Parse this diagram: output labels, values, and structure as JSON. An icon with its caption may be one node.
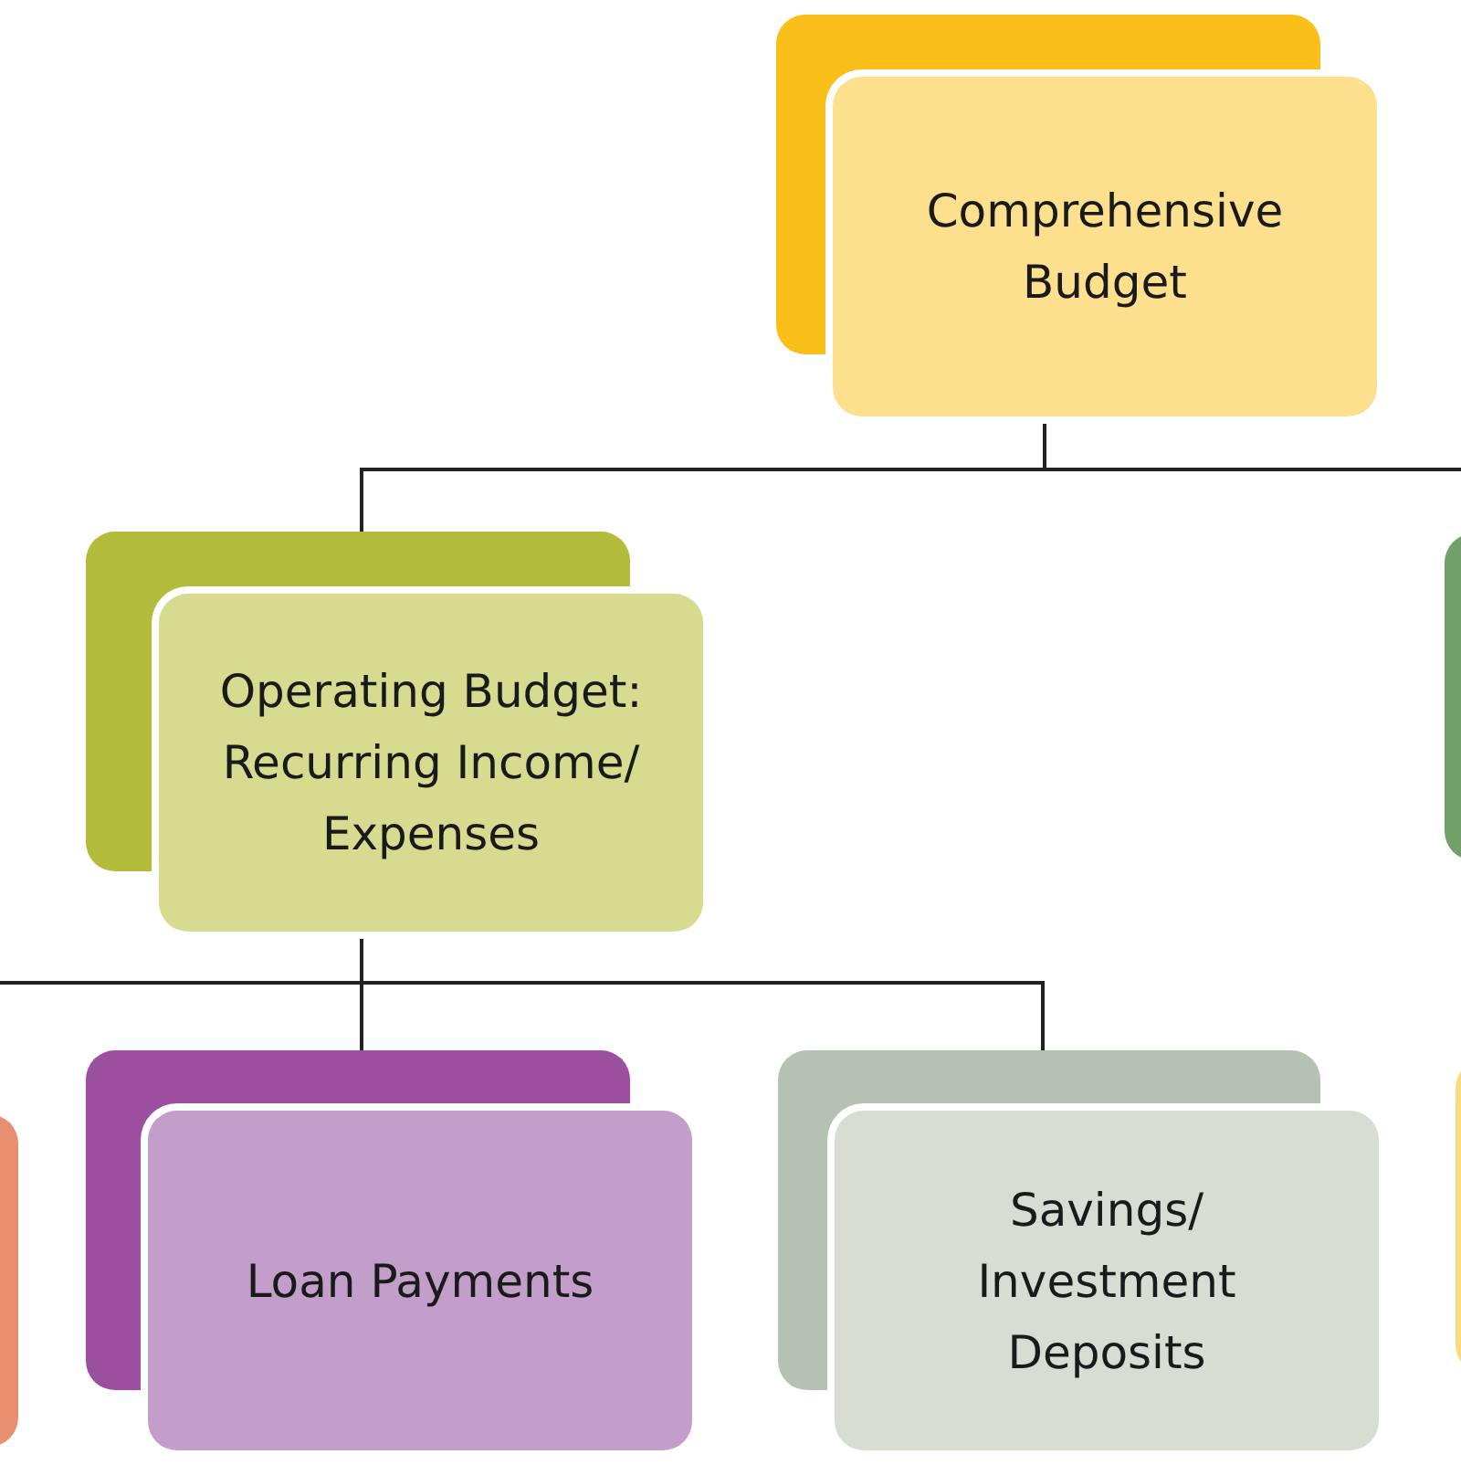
{
  "diagram": {
    "nodes": [
      {
        "text": [
          "Comprehensive Budget"
        ]
      },
      {
        "text": [
          "Operating Budget: Recurring Income/ Expenses"
        ]
      },
      {
        "text": [],
        "shape": "box"
      },
      {
        "text": [],
        "shape": "box"
      },
      {
        "text": [
          "Loan Payments"
        ]
      },
      {
        "text": [
          "Savings/ Investment Deposits"
        ]
      },
      {
        "text": [],
        "shape": "box"
      }
    ],
    "edges": [
      {
        "from": 0,
        "to": 1,
        "arrow": "none"
      },
      {
        "from": 0,
        "to": 2,
        "arrow": "none"
      },
      {
        "from": 1,
        "to": 3,
        "arrow": "none"
      },
      {
        "from": 1,
        "to": 4,
        "arrow": "none"
      },
      {
        "from": 1,
        "to": 5,
        "arrow": "none"
      }
    ]
  }
}
